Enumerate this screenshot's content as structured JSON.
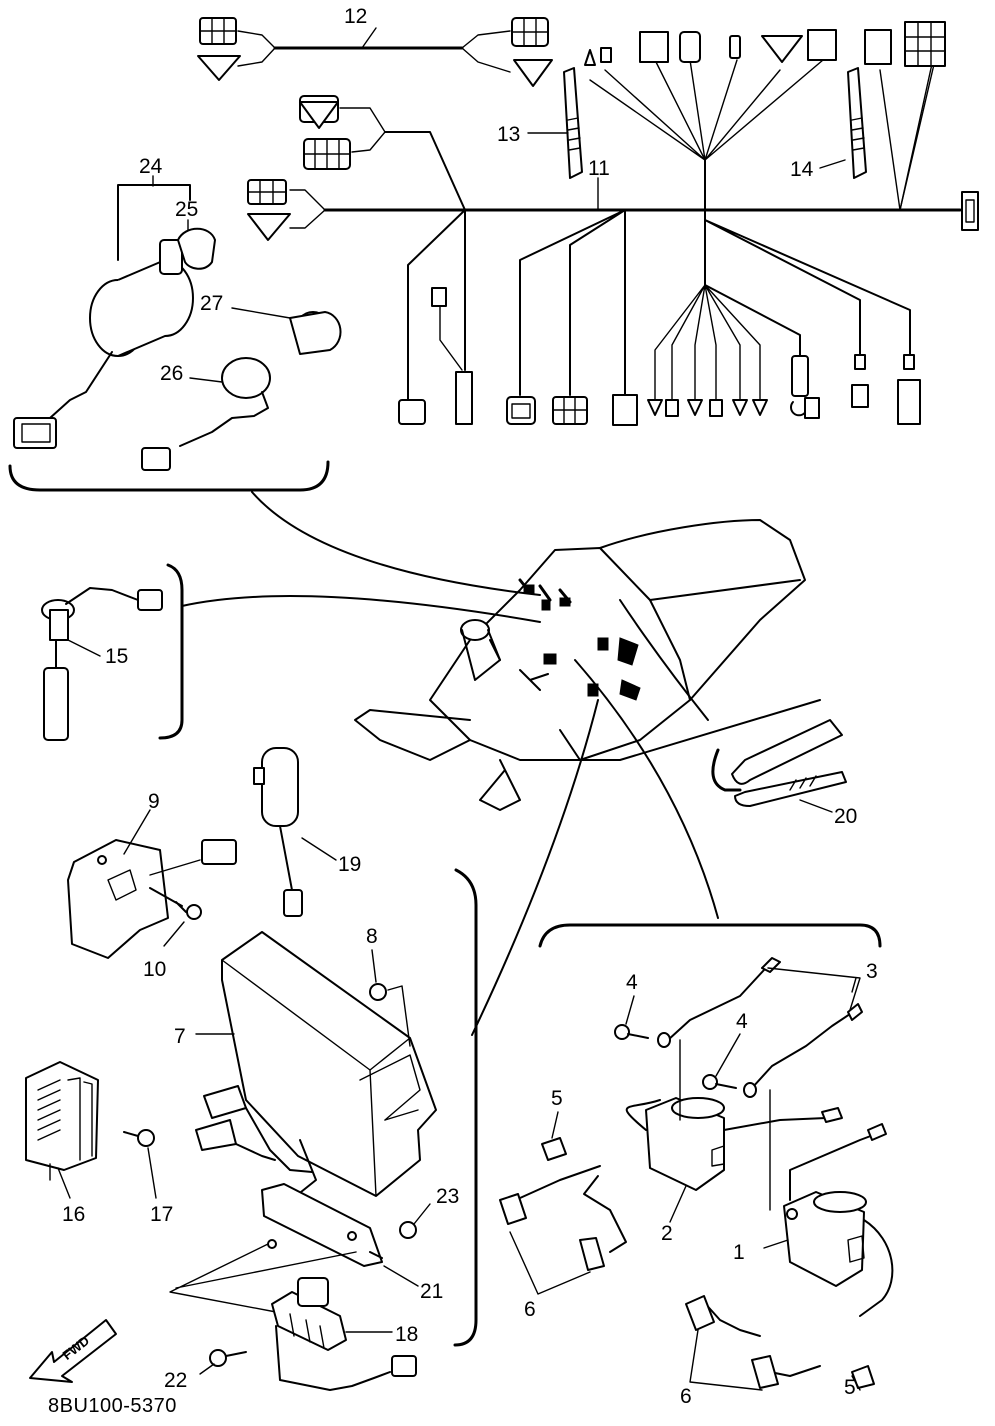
{
  "drawing_code": "8BU100-5370",
  "direction_label": "FWD",
  "callouts": {
    "p1": "1",
    "p2": "2",
    "p3": "3",
    "p4a": "4",
    "p4b": "4",
    "p5a": "5",
    "p5b": "5",
    "p6a": "6",
    "p6b": "6",
    "p7": "7",
    "p8": "8",
    "p9": "9",
    "p10": "10",
    "p11": "11",
    "p12": "12",
    "p13": "13",
    "p14": "14",
    "p15": "15",
    "p16": "16",
    "p17": "17",
    "p18": "18",
    "p19": "19",
    "p20": "20",
    "p21": "21",
    "p22": "22",
    "p23": "23",
    "p24": "24",
    "p25": "25",
    "p26": "26",
    "p27": "27"
  }
}
